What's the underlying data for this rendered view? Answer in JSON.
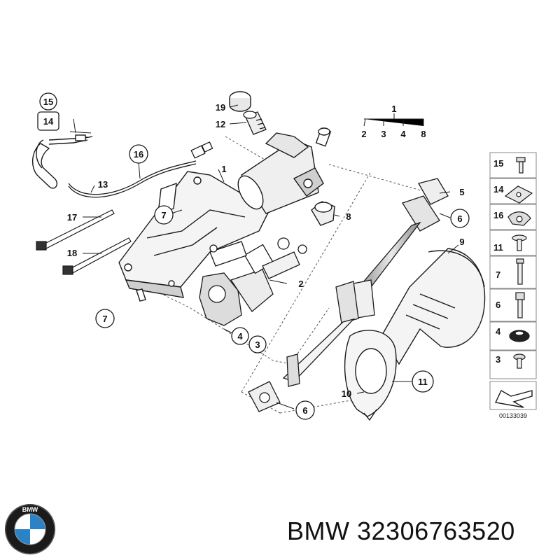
{
  "callouts": {
    "c15": "15",
    "c14": "14",
    "c16": "16",
    "c13": "13",
    "c17": "17",
    "c18": "18",
    "c7a": "7",
    "c7b": "7",
    "c19": "19",
    "c12": "12",
    "c1a": "1",
    "c1b": "1",
    "c2a": "2",
    "c3a": "3",
    "c4a": "4",
    "c8a": "8",
    "c2b": "2",
    "c4b": "4",
    "c3b": "3",
    "c8b": "8",
    "c5": "5",
    "c6a": "6",
    "c9": "9",
    "c10": "10",
    "c11": "11",
    "c6b": "6"
  },
  "legend": {
    "rows": [
      "15",
      "14",
      "16",
      "11",
      "7",
      "6",
      "4",
      "3"
    ],
    "diagram_number": "00133039"
  },
  "logo": {
    "letters": "BMW"
  },
  "footer": {
    "brand": "BMW",
    "part_number": "32306763520"
  },
  "colors": {
    "line": "#1a1a1a",
    "fill": "#ffffff",
    "shade": "#d9d9d9"
  }
}
